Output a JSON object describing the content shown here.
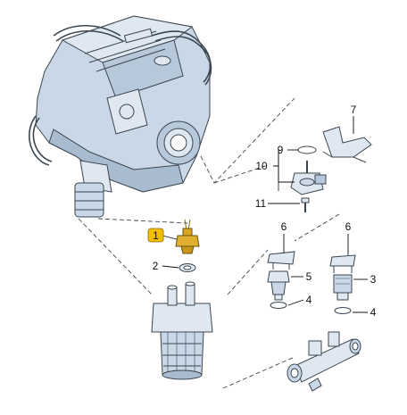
{
  "diagram": {
    "callouts": [
      {
        "id": "1",
        "label": "1",
        "highlighted": true
      },
      {
        "id": "2",
        "label": "2"
      },
      {
        "id": "3",
        "label": "3"
      },
      {
        "id": "4a",
        "label": "4"
      },
      {
        "id": "4b",
        "label": "4"
      },
      {
        "id": "5",
        "label": "5"
      },
      {
        "id": "6a",
        "label": "6"
      },
      {
        "id": "6b",
        "label": "6"
      },
      {
        "id": "7",
        "label": "7"
      },
      {
        "id": "9",
        "label": "9"
      },
      {
        "id": "10",
        "label": "10"
      },
      {
        "id": "11",
        "label": "11"
      }
    ],
    "colors": {
      "line": "#3a4650",
      "engine_fill": "#c9d7e6",
      "engine_shade": "#a9bccf",
      "part_fill": "#dfe8f1",
      "highlight_part": "#d9a520",
      "highlight_badge": "#f0c000",
      "text": "#111111"
    },
    "icons": [
      "engine-icon",
      "oil-filter-icon",
      "sender-switch-icon",
      "bracket-icon",
      "coolant-flange-icon"
    ]
  }
}
